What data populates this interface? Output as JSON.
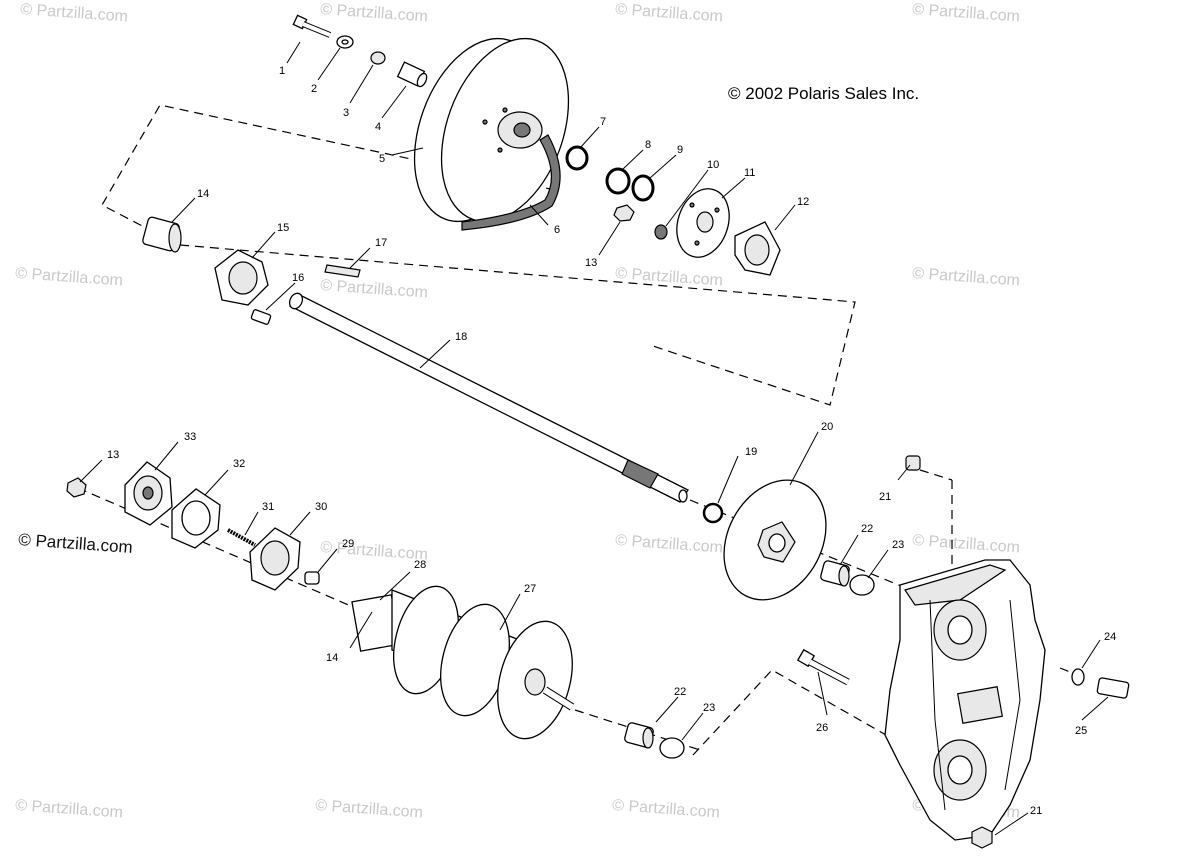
{
  "copyright": "© 2002 Polaris Sales Inc.",
  "watermark": "© Partzilla.com",
  "callouts": [
    "1",
    "2",
    "3",
    "4",
    "5",
    "6",
    "7",
    "8",
    "9",
    "10",
    "11",
    "12",
    "13",
    "14",
    "15",
    "16",
    "17",
    "18",
    "19",
    "20",
    "21",
    "22",
    "23",
    "24",
    "25",
    "26",
    "27",
    "28",
    "29",
    "30",
    "31",
    "32",
    "33"
  ],
  "colors": {
    "line": "#000000",
    "watermark": "#c9c9c9",
    "background": "#ffffff"
  }
}
